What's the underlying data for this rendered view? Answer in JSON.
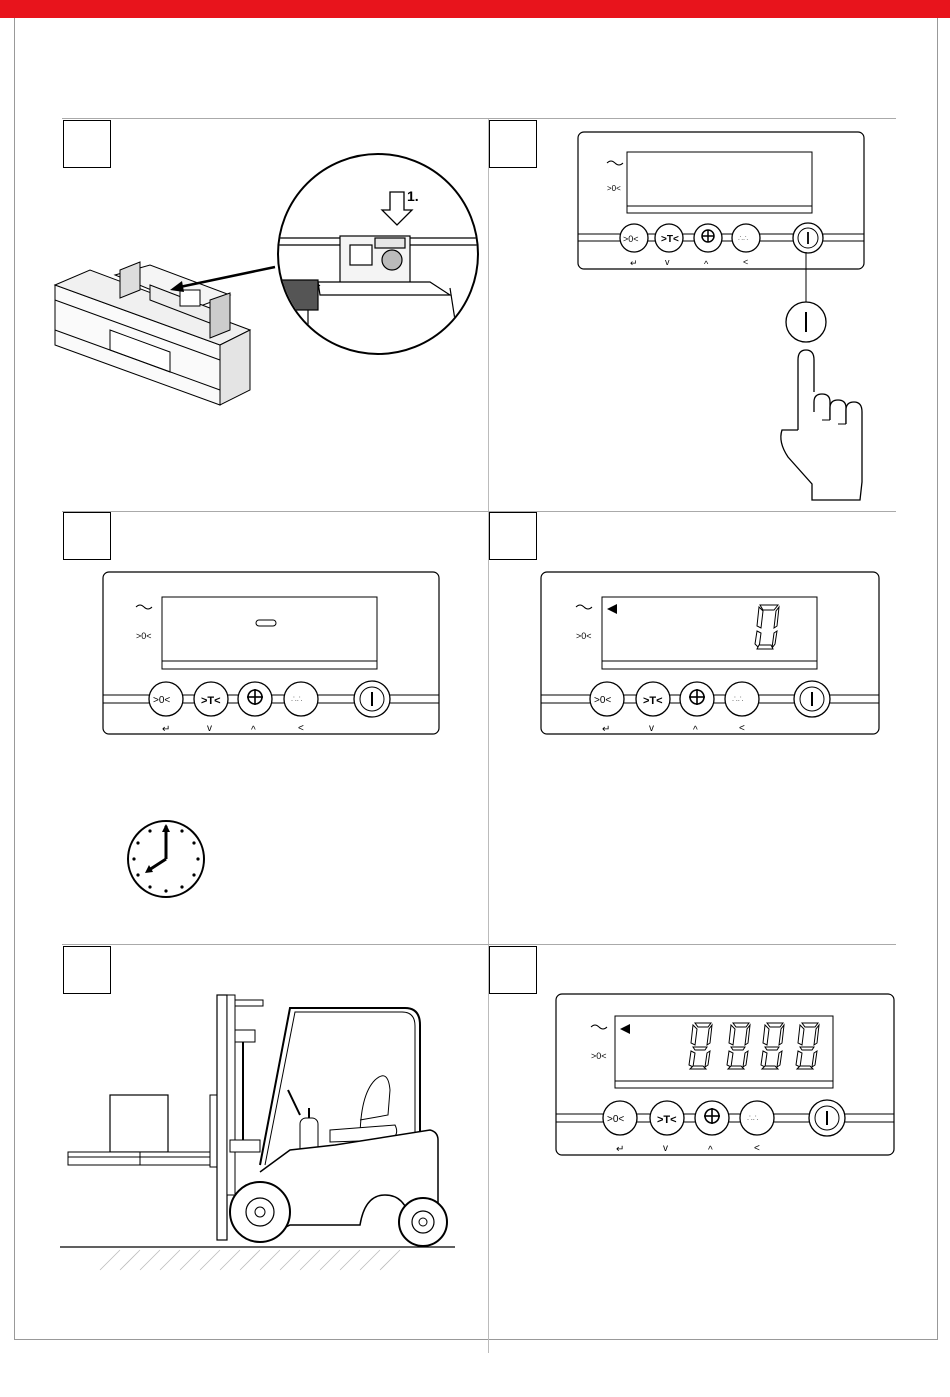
{
  "colors": {
    "topbar": "#e8141c",
    "line": "#000000",
    "divider": "#aaaaaa"
  },
  "steps": [
    {
      "id": "step-1",
      "art": "battery-insert",
      "callout_label": "1."
    },
    {
      "id": "step-2",
      "art": "press-power-button"
    },
    {
      "id": "step-3",
      "art": "display-dash-wait"
    },
    {
      "id": "step-4",
      "art": "display-digit-1"
    },
    {
      "id": "step-5",
      "art": "forklift-with-pallet"
    },
    {
      "id": "step-6",
      "art": "display-all-segments"
    }
  ],
  "keypad": {
    "buttons": [
      {
        "name": "zero-button",
        "icon": "zero-icon",
        "sub_icon": "enter-arrow-icon"
      },
      {
        "name": "tare-button",
        "icon": "tare-icon",
        "sub_icon": "down-chevron-icon"
      },
      {
        "name": "add-button",
        "icon": "plus-icon",
        "sub_icon": "up-chevron-icon"
      },
      {
        "name": "function-button",
        "icon": "dots-icon",
        "sub_icon": "left-chevron-icon"
      }
    ],
    "power": {
      "name": "power-button",
      "icon": "power-icon"
    }
  }
}
